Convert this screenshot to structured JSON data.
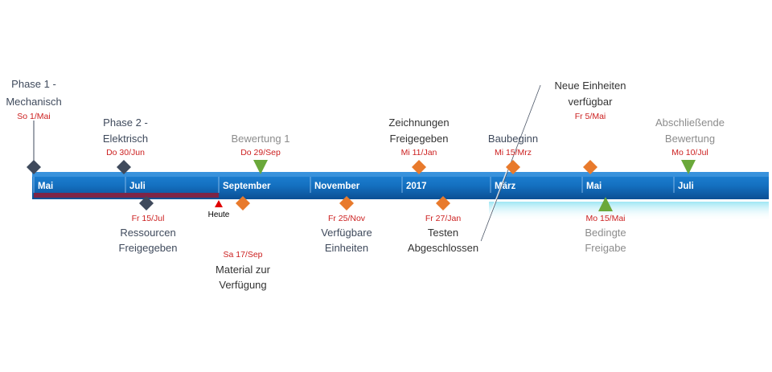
{
  "timeline": {
    "months": [
      {
        "label": "Mai"
      },
      {
        "label": "Juli"
      },
      {
        "label": "September"
      },
      {
        "label": "November"
      },
      {
        "label": "2017"
      },
      {
        "label": "März"
      },
      {
        "label": "Mai"
      },
      {
        "label": "Juli"
      }
    ],
    "today_label": "Heute",
    "milestones": [
      {
        "id": "phase1",
        "title_lines": [
          "Phase 1 -",
          "Mechanisch"
        ],
        "date": "So 1/Mai",
        "shape": "diamond",
        "color": "#3f4a5c",
        "title_color": "#3f4a5c",
        "side": "above"
      },
      {
        "id": "phase2",
        "title_lines": [
          "Phase 2 -",
          "Elektrisch"
        ],
        "date": "Do 30/Jun",
        "shape": "diamond",
        "color": "#3f4a5c",
        "title_color": "#3f4a5c",
        "side": "above"
      },
      {
        "id": "ressourcen",
        "title_lines": [
          "Ressourcen",
          "Freigegeben"
        ],
        "date": "Fr 15/Jul",
        "shape": "diamond",
        "color": "#3f4a5c",
        "title_color": "#3f4a5c",
        "side": "below"
      },
      {
        "id": "material",
        "title_lines": [
          "Material zur",
          "Verfügung"
        ],
        "date": "Sa 17/Sep",
        "shape": "diamond",
        "color": "#e87a2c",
        "title_color": "#333333",
        "side": "below"
      },
      {
        "id": "bewertung1",
        "title_lines": [
          "Bewertung 1"
        ],
        "date": "Do 29/Sep",
        "shape": "triangle-down",
        "color": "#6aa83a",
        "title_color": "#8c8c8c",
        "side": "above"
      },
      {
        "id": "verfuegbare",
        "title_lines": [
          "Verfügbare",
          "Einheiten"
        ],
        "date": "Fr 25/Nov",
        "shape": "diamond",
        "color": "#e87a2c",
        "title_color": "#3f4a5c",
        "side": "below"
      },
      {
        "id": "zeichnungen",
        "title_lines": [
          "Zeichnungen",
          "Freigegeben"
        ],
        "date": "Mi 11/Jan",
        "shape": "diamond",
        "color": "#e87a2c",
        "title_color": "#333333",
        "side": "above"
      },
      {
        "id": "testen",
        "title_lines": [
          "Testen",
          "Abgeschlossen"
        ],
        "date": "Fr 27/Jan",
        "shape": "diamond",
        "color": "#e87a2c",
        "title_color": "#333333",
        "side": "below"
      },
      {
        "id": "baubeginn",
        "title_lines": [
          "Baubeginn"
        ],
        "date": "Mi 15/Mrz",
        "shape": "diamond",
        "color": "#e87a2c",
        "title_color": "#3f4a5c",
        "side": "above"
      },
      {
        "id": "neue",
        "title_lines": [
          "Neue Einheiten",
          "verfügbar"
        ],
        "date": "Fr 5/Mai",
        "shape": "diamond",
        "color": "#e87a2c",
        "title_color": "#333333",
        "side": "above"
      },
      {
        "id": "bedingte",
        "title_lines": [
          "Bedingte",
          "Freigabe"
        ],
        "date": "Mo 15/Mai",
        "shape": "triangle-up",
        "color": "#6aa83a",
        "title_color": "#8c8c8c",
        "side": "below"
      },
      {
        "id": "abschluss",
        "title_lines": [
          "Abschließende",
          "Bewertung"
        ],
        "date": "Mo 10/Jul",
        "shape": "triangle-down",
        "color": "#6aa83a",
        "title_color": "#8c8c8c",
        "side": "above"
      }
    ],
    "colors": {
      "band_top": "#1f7fd0",
      "band_bottom": "#0b4f94",
      "progress": "#7d2547",
      "reflection": "#b8eef8",
      "today_marker": "#e00000",
      "connector": "#3f4a5c"
    }
  }
}
